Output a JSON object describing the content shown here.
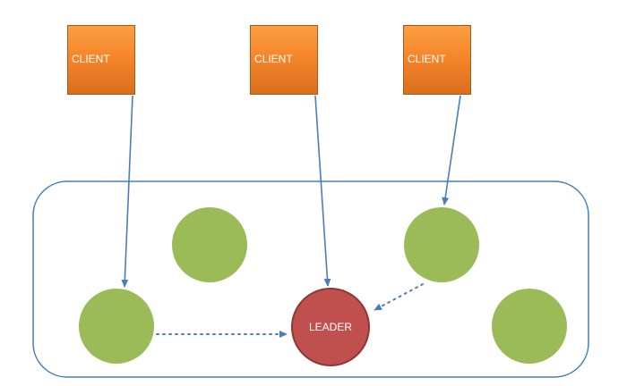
{
  "clients": [
    {
      "label": "CLIENT"
    },
    {
      "label": "CLIENT"
    },
    {
      "label": "CLIENT"
    }
  ],
  "leader": {
    "label": "LEADER"
  },
  "colors": {
    "client_fill": "#f68a2e",
    "cluster_border": "#4a7ebb",
    "follower_fill": "#9bbb59",
    "leader_fill": "#c0504d",
    "leader_border": "#8c3836",
    "arrow": "#4a7ebb"
  }
}
